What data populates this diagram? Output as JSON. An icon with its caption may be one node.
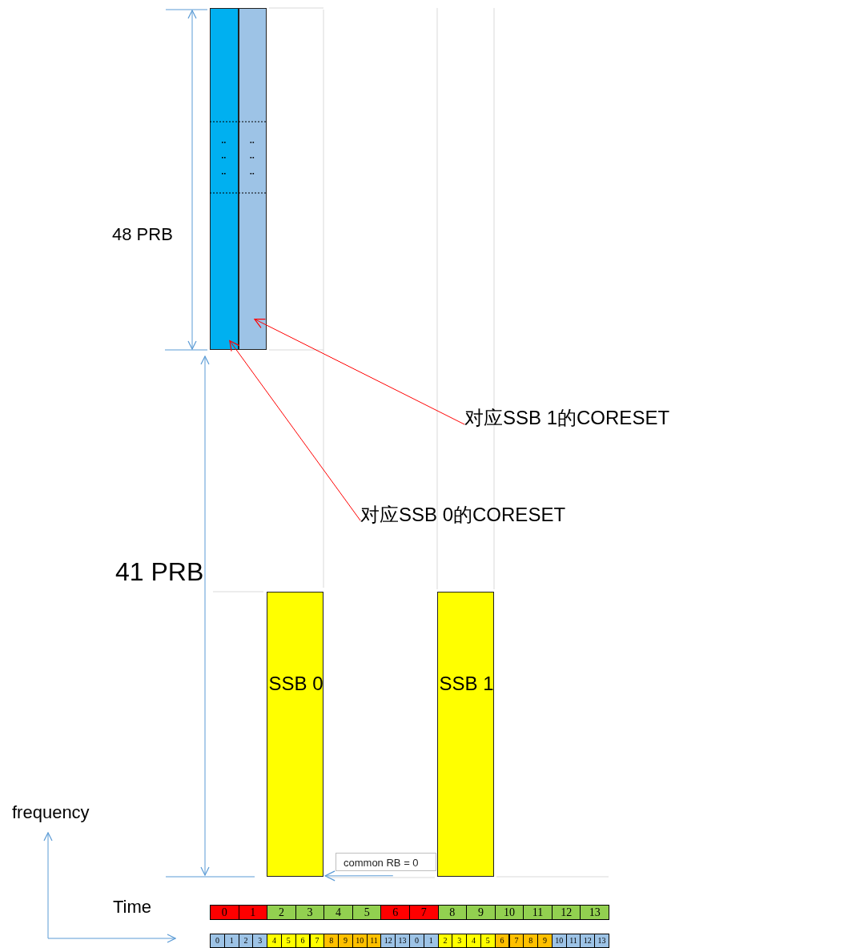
{
  "diagram": {
    "nodes": [
      {
        "text": [],
        "shape": "bar"
      },
      {
        "text": [],
        "shape": "bar"
      },
      {
        "text": [
          "对应SSB 1的CORESET"
        ]
      },
      {
        "text": [
          "对应SSB 0的CORESET"
        ]
      },
      {
        "text": [
          "SSB 0"
        ]
      },
      {
        "text": [
          "SSB 1"
        ]
      },
      {
        "text": [
          "common RB = 0"
        ]
      }
    ],
    "edges": [
      {
        "from": 2,
        "to": 1,
        "arrow": "to"
      },
      {
        "from": 3,
        "to": 0,
        "arrow": "to"
      },
      {
        "from": 6,
        "to": 4,
        "arrow": "to",
        "color": "#5b9bd5"
      }
    ],
    "labels": [
      "48 PRB",
      "41 PRB",
      "frequency",
      "Time",
      "0",
      "1",
      "2",
      "3",
      "4",
      "5",
      "6",
      "7",
      "8",
      "9",
      "10",
      "11",
      "12",
      "13",
      "0",
      "1",
      "2",
      "3",
      "4",
      "5",
      "6",
      "7",
      "8",
      "9",
      "10",
      "11",
      "12",
      "13",
      "0",
      "1",
      "2",
      "3",
      "4",
      "5",
      "6",
      "7",
      "8",
      "9",
      "10",
      "11",
      "12",
      "13"
    ]
  }
}
